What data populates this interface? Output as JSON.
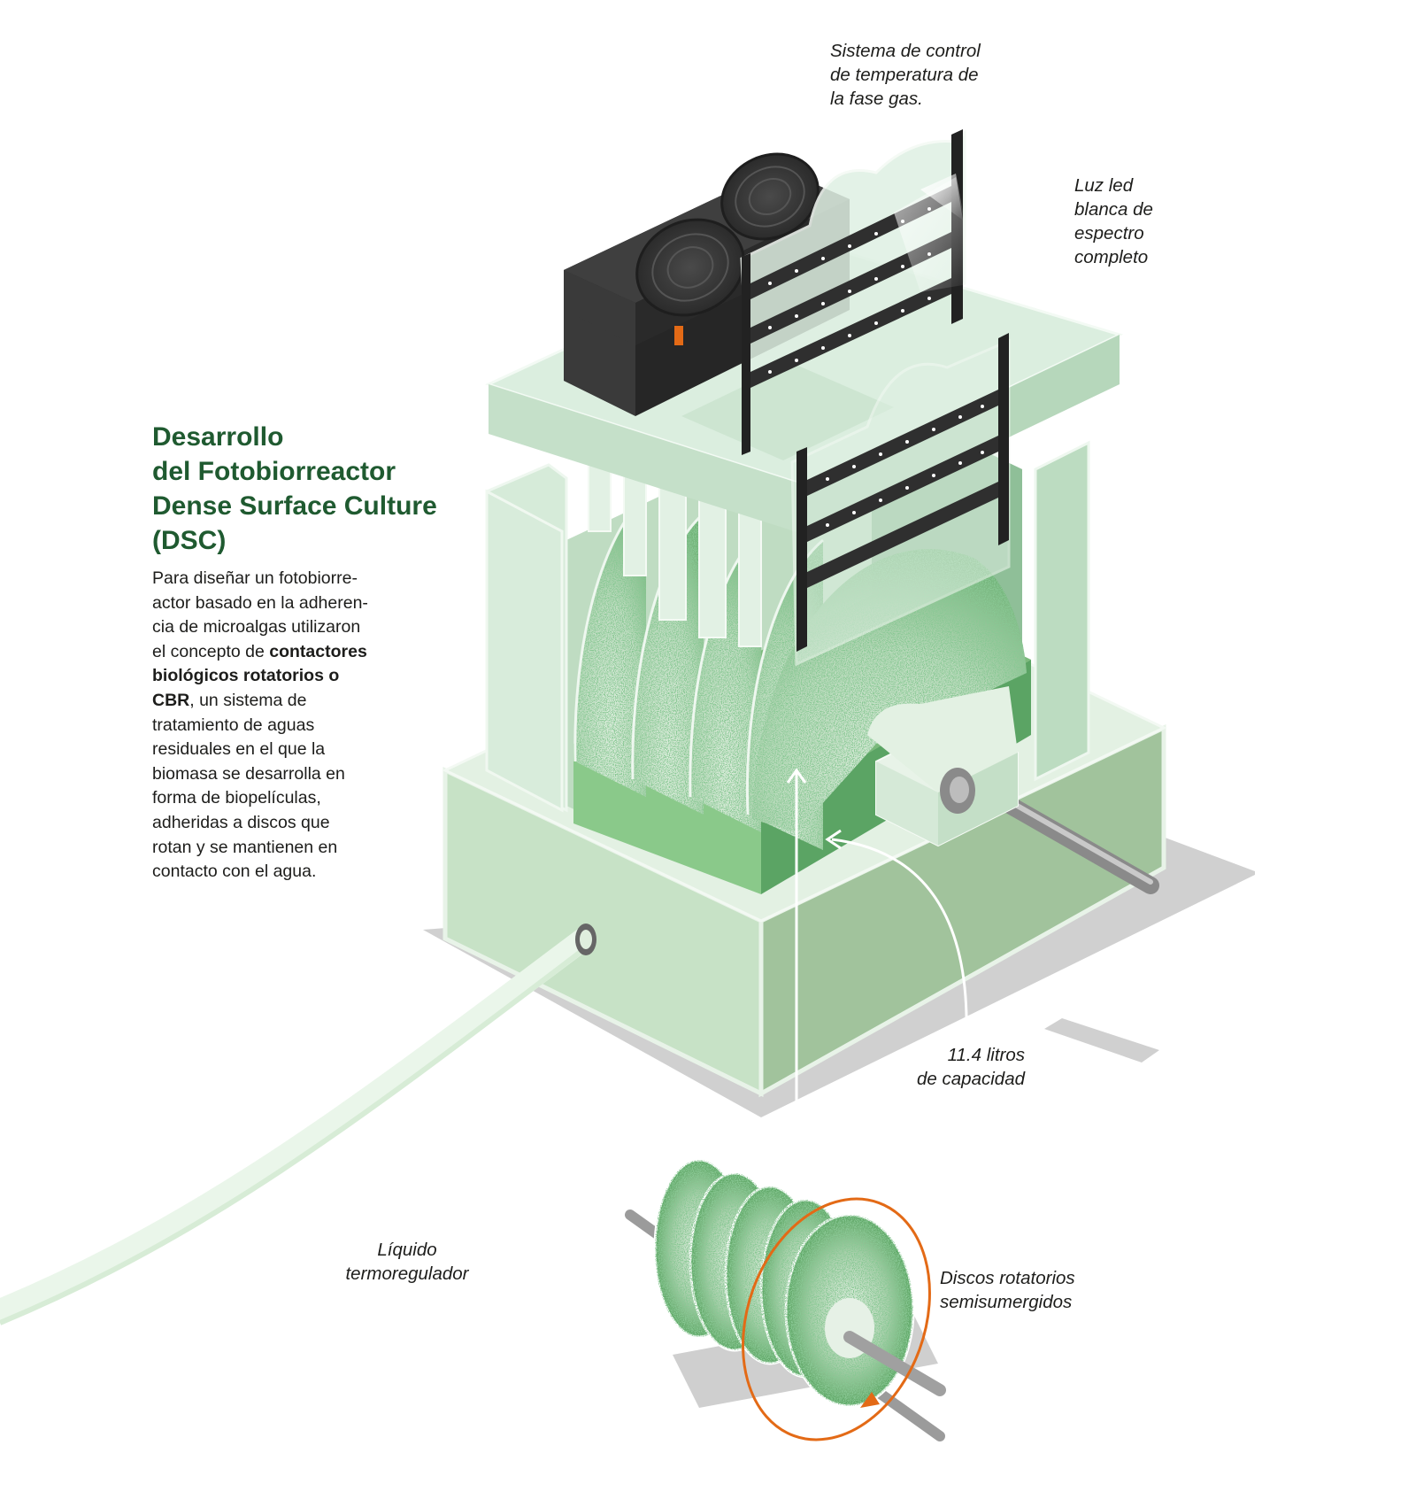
{
  "title": {
    "lines": [
      "Desarrollo",
      "del Fotobiorreactor",
      "Dense Surface Culture",
      "(DSC)"
    ]
  },
  "description": {
    "line1": "Para diseñar un fotobiorre-",
    "line2": "actor basado en la adheren-",
    "line3": "cia de microalgas utilizaron",
    "line4_prefix": "el concepto de ",
    "line4_bold": "contactores",
    "line5_bold": "biológicos rotatorios o",
    "line6_bold": "CBR",
    "line6_suffix": ", un sistema de",
    "line7": "tratamiento de aguas",
    "line8": "residuales en el que la",
    "line9": "biomasa se desarrolla en",
    "line10": "forma de biopelículas,",
    "line11": "adheridas a discos que",
    "line12": "rotan y se mantienen en",
    "line13": "contacto con el agua."
  },
  "labels": {
    "temperature_control": [
      "Sistema de control",
      "de temperatura de",
      "la fase gas."
    ],
    "led_light": [
      "Luz led",
      "blanca de",
      "espectro",
      "completo"
    ],
    "capacity": [
      "11.4 litros",
      "de capacidad"
    ],
    "thermo_liquid": [
      "Líquido",
      "termoregulador"
    ],
    "rotating_discs": [
      "Discos rotatorios",
      "semisumergidos"
    ]
  },
  "colors": {
    "heading_green": "#1f5a30",
    "pale_green": "#d6eadc",
    "mid_green": "#9fc8a4",
    "algae_green": "#4e9a57",
    "cooler_dark": "#3a3a3a",
    "rotation_orange": "#e36a16"
  }
}
